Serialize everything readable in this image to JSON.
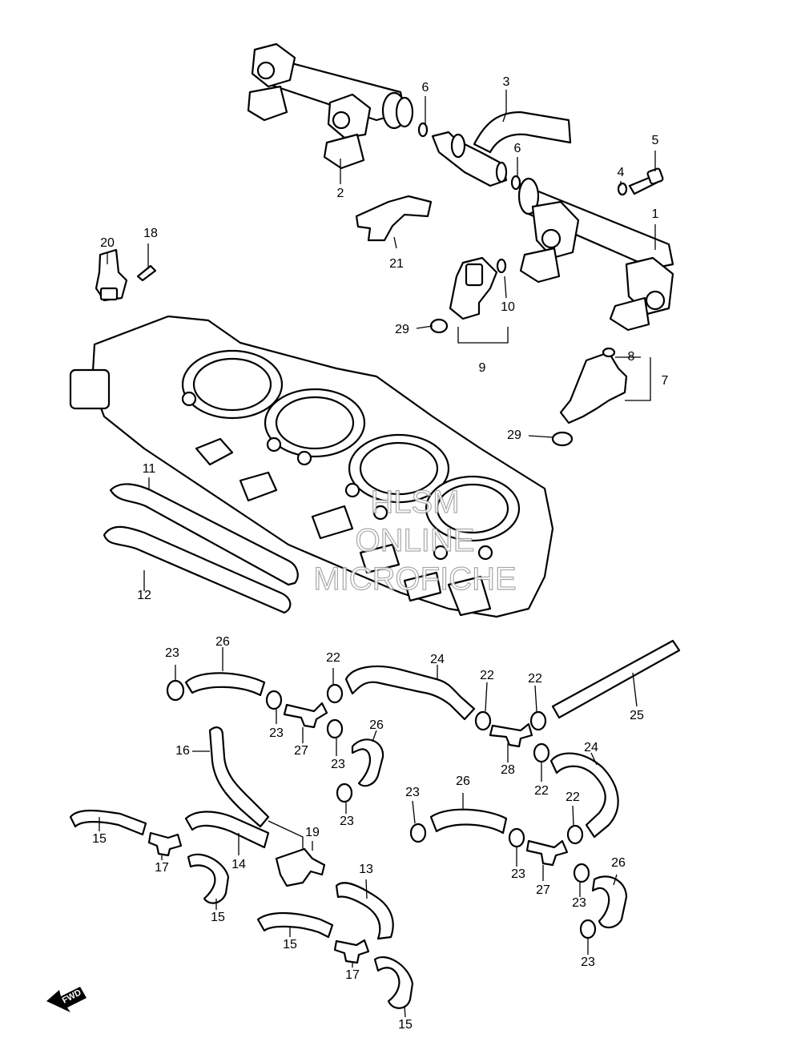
{
  "watermark": {
    "line1": "HLSM",
    "line2": "ONLINE",
    "line3": "MICROFICHE"
  },
  "direction_label": "FWD",
  "callouts": {
    "c1": "1",
    "c2": "2",
    "c3": "3",
    "c4": "4",
    "c5": "5",
    "c6a": "6",
    "c6b": "6",
    "c7": "7",
    "c8": "8",
    "c9": "9",
    "c10": "10",
    "c11": "11",
    "c12": "12",
    "c13": "13",
    "c14": "14",
    "c15a": "15",
    "c15b": "15",
    "c15c": "15",
    "c15d": "15",
    "c16": "16",
    "c17a": "17",
    "c17b": "17",
    "c18": "18",
    "c19": "19",
    "c20": "20",
    "c21": "21",
    "c22a": "22",
    "c22b": "22",
    "c22c": "22",
    "c22d": "22",
    "c22e": "22",
    "c23a": "23",
    "c23b": "23",
    "c23c": "23",
    "c23d": "23",
    "c23e": "23",
    "c23f": "23",
    "c23g": "23",
    "c23h": "23",
    "c24a": "24",
    "c24b": "24",
    "c25": "25",
    "c26a": "26",
    "c26b": "26",
    "c26c": "26",
    "c26d": "26",
    "c27a": "27",
    "c27b": "27",
    "c28": "28",
    "c29a": "29",
    "c29b": "29"
  }
}
